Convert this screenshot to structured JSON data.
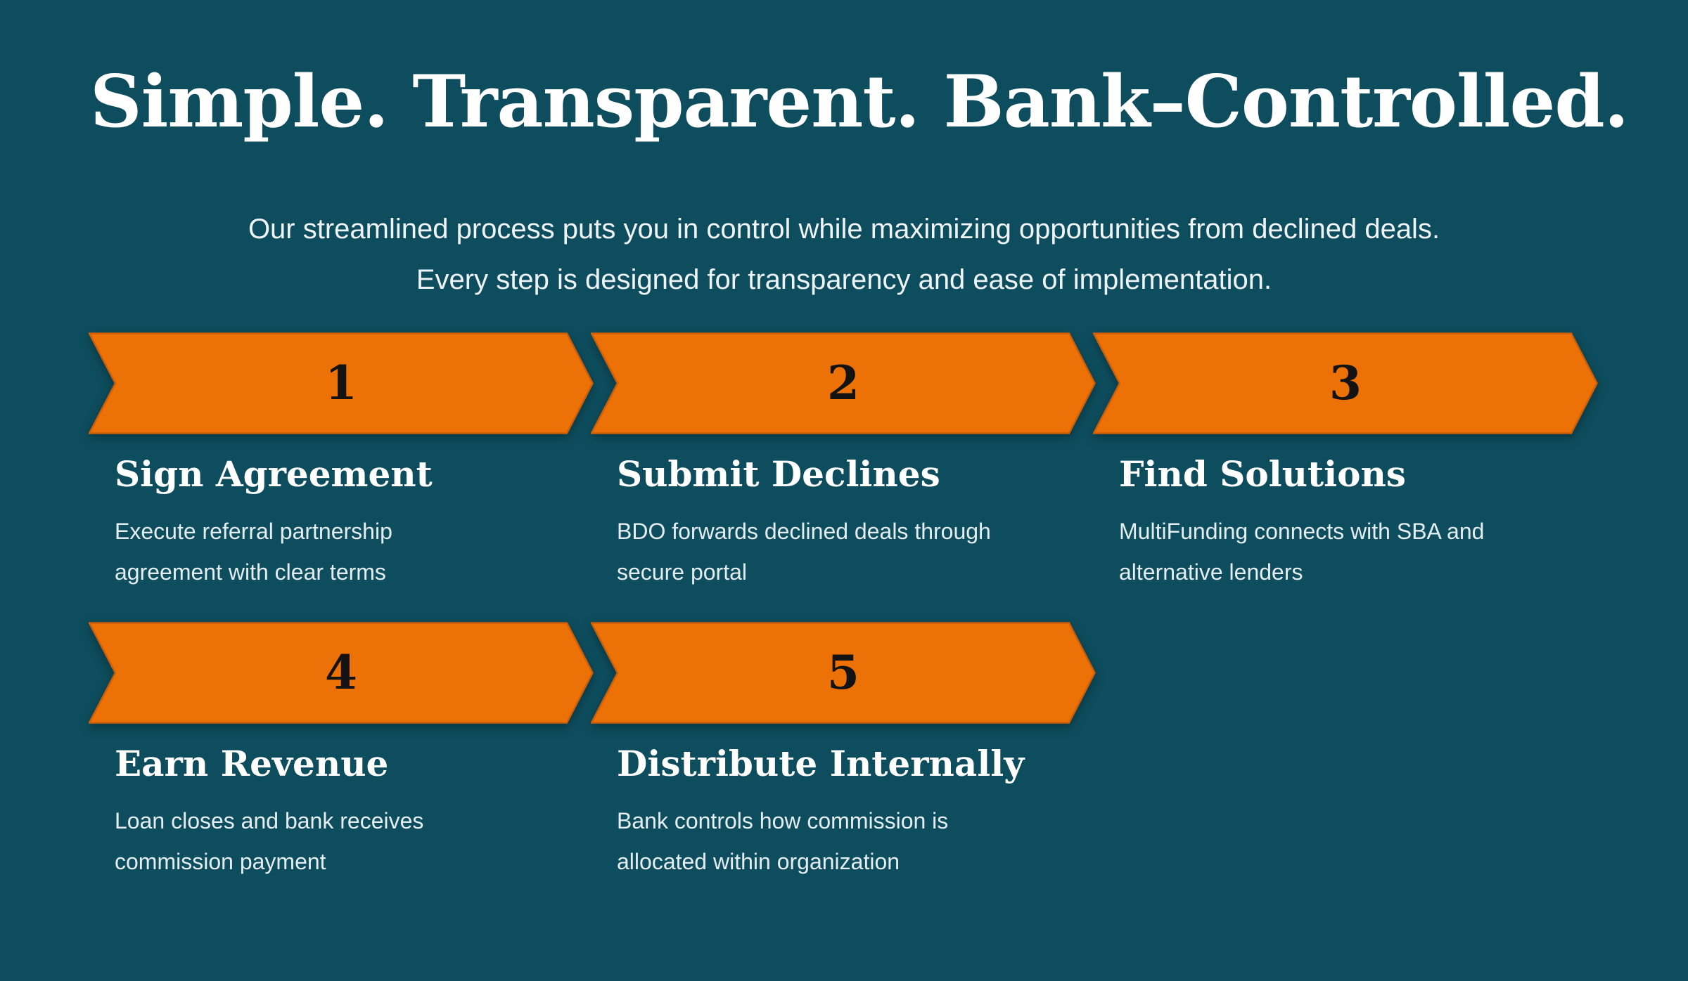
{
  "page": {
    "title": "Simple. Transparent. Bank–Controlled.",
    "subtitle_line1": "Our streamlined process puts you in control while maximizing opportunities from declined deals.",
    "subtitle_line2": "Every step is designed for transparency and ease of implementation."
  },
  "colors": {
    "background": "#0e4d5d",
    "arrow_fill": "#ec7107",
    "arrow_stroke": "#cf5f06",
    "step_number": "#131313",
    "heading_text": "#ffffff",
    "subtitle_text": "#eef4f6",
    "body_text": "#e4edf0"
  },
  "steps": [
    {
      "number": "1",
      "title": "Sign Agreement",
      "desc_lines": [
        "Execute referral partnership",
        "agreement with clear terms"
      ]
    },
    {
      "number": "2",
      "title": "Submit Declines",
      "desc_lines": [
        "BDO forwards declined deals through",
        "secure portal"
      ]
    },
    {
      "number": "3",
      "title": "Find Solutions",
      "desc_lines": [
        "MultiFunding connects with SBA and",
        "alternative lenders"
      ]
    },
    {
      "number": "4",
      "title": "Earn Revenue",
      "desc_lines": [
        "Loan closes and bank receives",
        "commission payment"
      ]
    },
    {
      "number": "5",
      "title": "Distribute Internally",
      "desc_lines": [
        "Bank controls how commission is",
        "allocated within organization"
      ]
    }
  ]
}
